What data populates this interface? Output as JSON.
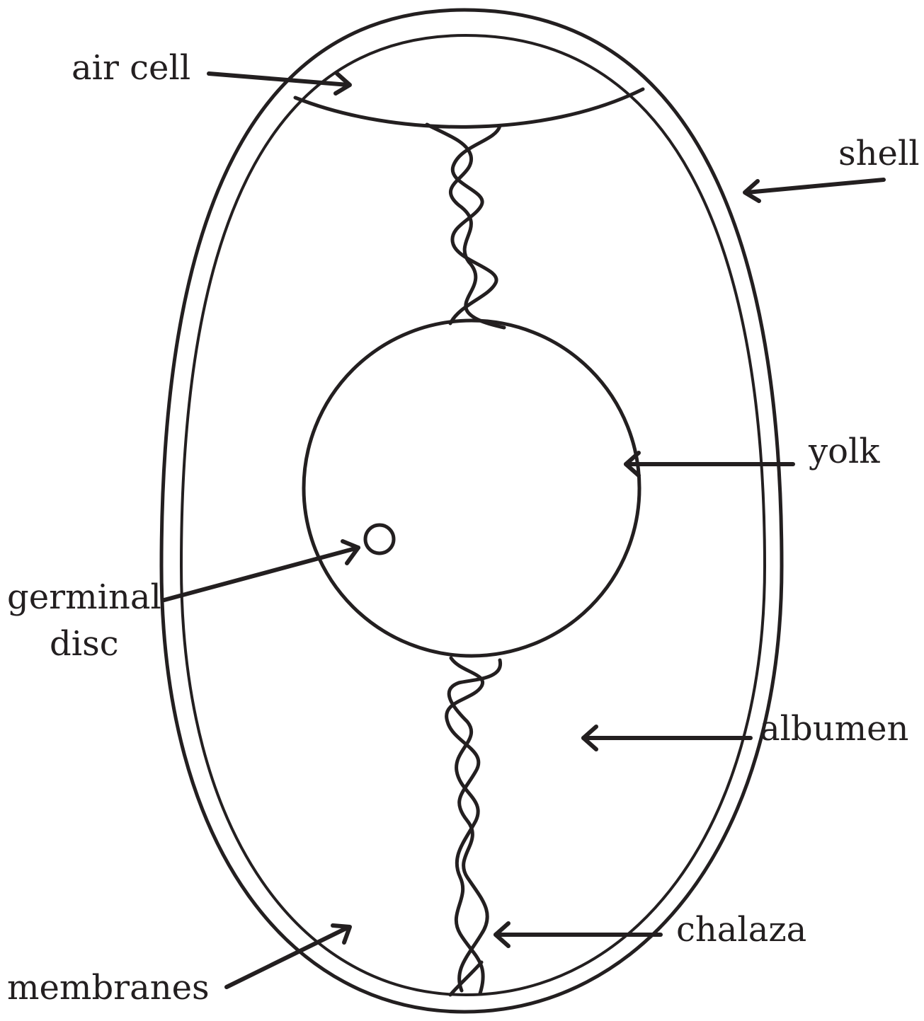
{
  "labels": {
    "air_cell": "air cell",
    "shell": "shell",
    "yolk": "yolk",
    "germinal_disc_line1": "germinal",
    "germinal_disc_line2": "disc",
    "albumen": "albumen",
    "chalaza": "chalaza",
    "membranes": "membranes"
  },
  "colors": {
    "stroke": "#231f20",
    "background": "#ffffff"
  }
}
